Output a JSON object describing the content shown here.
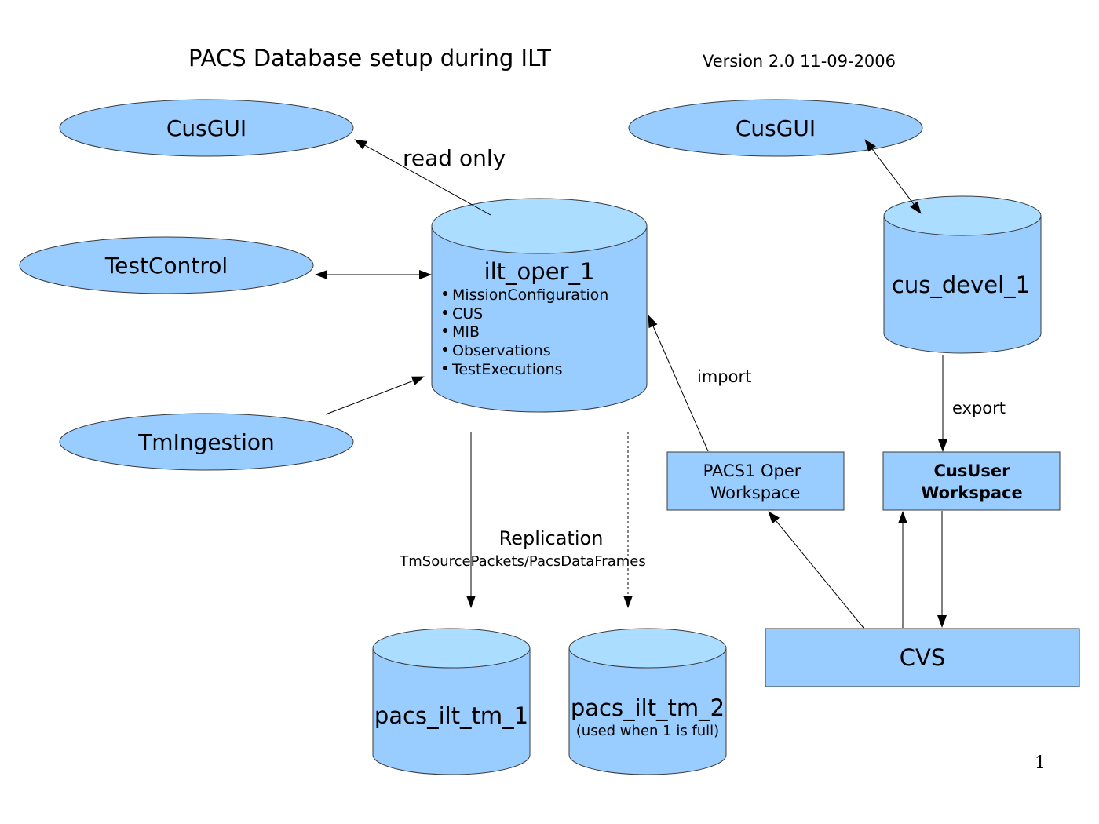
{
  "header": {
    "title": "PACS Database setup during ILT",
    "version": "Version 2.0  11-09-2006"
  },
  "clients": {
    "cusgui_left": "CusGUI",
    "testcontrol": "TestControl",
    "tmingestion": "TmIngestion",
    "cusgui_right": "CusGUI"
  },
  "databases": {
    "ilt_oper": {
      "name": "ilt_oper_1",
      "items": [
        "MissionConfiguration",
        "CUS",
        "MIB",
        "Observations",
        "TestExecutions"
      ]
    },
    "cus_devel": {
      "name": "cus_devel_1"
    },
    "tm1": {
      "name": "pacs_ilt_tm_1"
    },
    "tm2": {
      "name": "pacs_ilt_tm_2",
      "note": "(used when 1 is full)"
    }
  },
  "boxes": {
    "pacs1_oper_line1": "PACS1 Oper",
    "pacs1_oper_line2": "Workspace",
    "cususer_line1": "CusUser",
    "cususer_line2": "Workspace",
    "cvs": "CVS"
  },
  "labels": {
    "read_only": "read only",
    "import": "import",
    "export": "export",
    "replication": "Replication",
    "replication_detail": "TmSourcePackets/PacsDataFrames"
  },
  "footer": {
    "page_number": "1"
  }
}
